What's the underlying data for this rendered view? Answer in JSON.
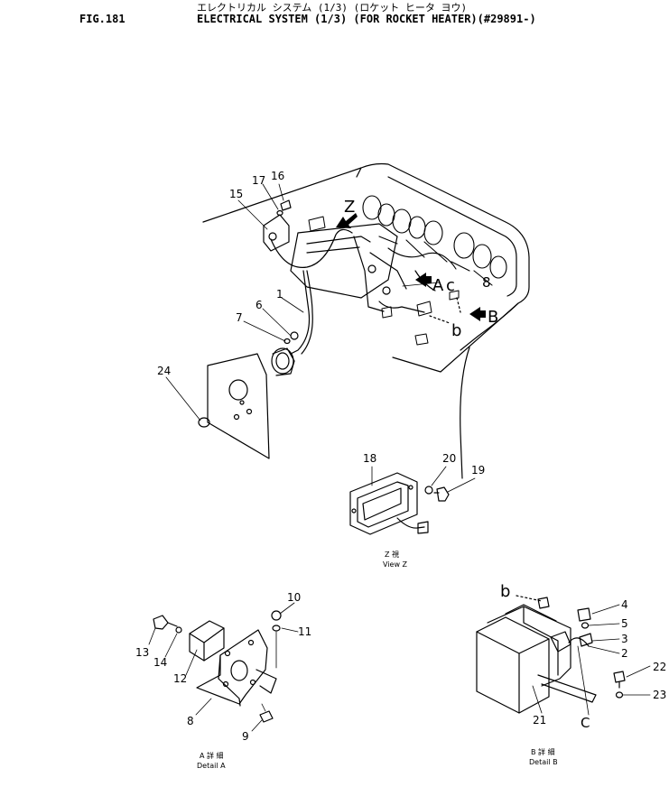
{
  "header": {
    "fig": "FIG.181",
    "title_jp": "エレクトリカル システム (1/3) (ロケット ヒータ ヨウ)",
    "title_en": "ELECTRICAL SYSTEM (1/3) (FOR ROCKET HEATER)(#29891-)"
  },
  "captions": {
    "view_z_jp": "Z 視",
    "view_z_en": "View Z",
    "detail_a_jp": "A 詳 細",
    "detail_a_en": "Detail A",
    "detail_b_jp": "B 詳 細",
    "detail_b_en": "Detail B"
  },
  "arrows": {
    "z": "Z",
    "a": "A",
    "b": "B",
    "c": "c",
    "b_lower": "b",
    "c_upper": "C"
  },
  "callouts": {
    "p1": "1",
    "p2": "2",
    "p3": "3",
    "p4": "4",
    "p5": "5",
    "p6": "6",
    "p7": "7",
    "p8": "8",
    "p9": "9",
    "p10": "10",
    "p11": "11",
    "p12": "12",
    "p13": "13",
    "p14": "14",
    "p15": "15",
    "p16": "16",
    "p17": "17",
    "p18": "18",
    "p19": "19",
    "p20": "20",
    "p21": "21",
    "p22": "22",
    "p23": "23",
    "p24": "24"
  }
}
